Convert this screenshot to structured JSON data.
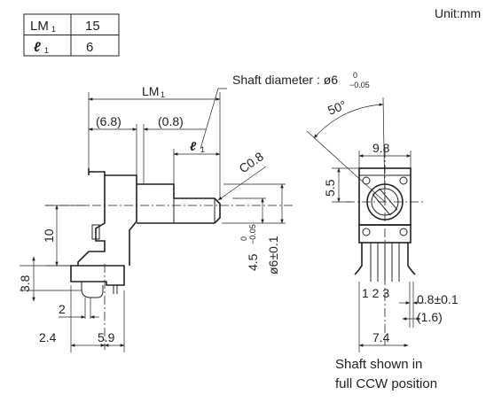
{
  "unit": "Unit:mm",
  "table": {
    "rows": [
      {
        "symbol": "LM",
        "sub": "1",
        "value": "15"
      },
      {
        "symbol": "ℓ",
        "sub": "1",
        "value": "6"
      }
    ]
  },
  "labels": {
    "shaft_diameter_prefix": "Shaft diameter : ø6",
    "shaft_tol_upper": "0",
    "shaft_tol_lower": "−0.05",
    "lm1": "LM",
    "lm1_sub": "1",
    "l1": "ℓ",
    "l1_sub": "1",
    "dim_6_8": "(6.8)",
    "dim_0_8": "(0.8)",
    "chamfer": "C0.8",
    "dim_10": "10",
    "dim_3_8": "3.8",
    "dim_2": "2",
    "dim_2_4": "2.4",
    "dim_5_9": "5.9",
    "dim_4_5": "4.5",
    "dim_4_5_tol_upper": "0",
    "dim_4_5_tol_lower": "−0.05",
    "dim_6_pm": "ø6±0.1",
    "angle": "50°",
    "dim_9_8": "9.8",
    "dim_5_5": "5.5",
    "pins": "1 2 3",
    "dim_0_8_pm": "0.8±0.1",
    "dim_1_6": "(1.6)",
    "dim_7_4": "7.4",
    "note_line1": "Shaft shown in",
    "note_line2": "full CCW position"
  }
}
